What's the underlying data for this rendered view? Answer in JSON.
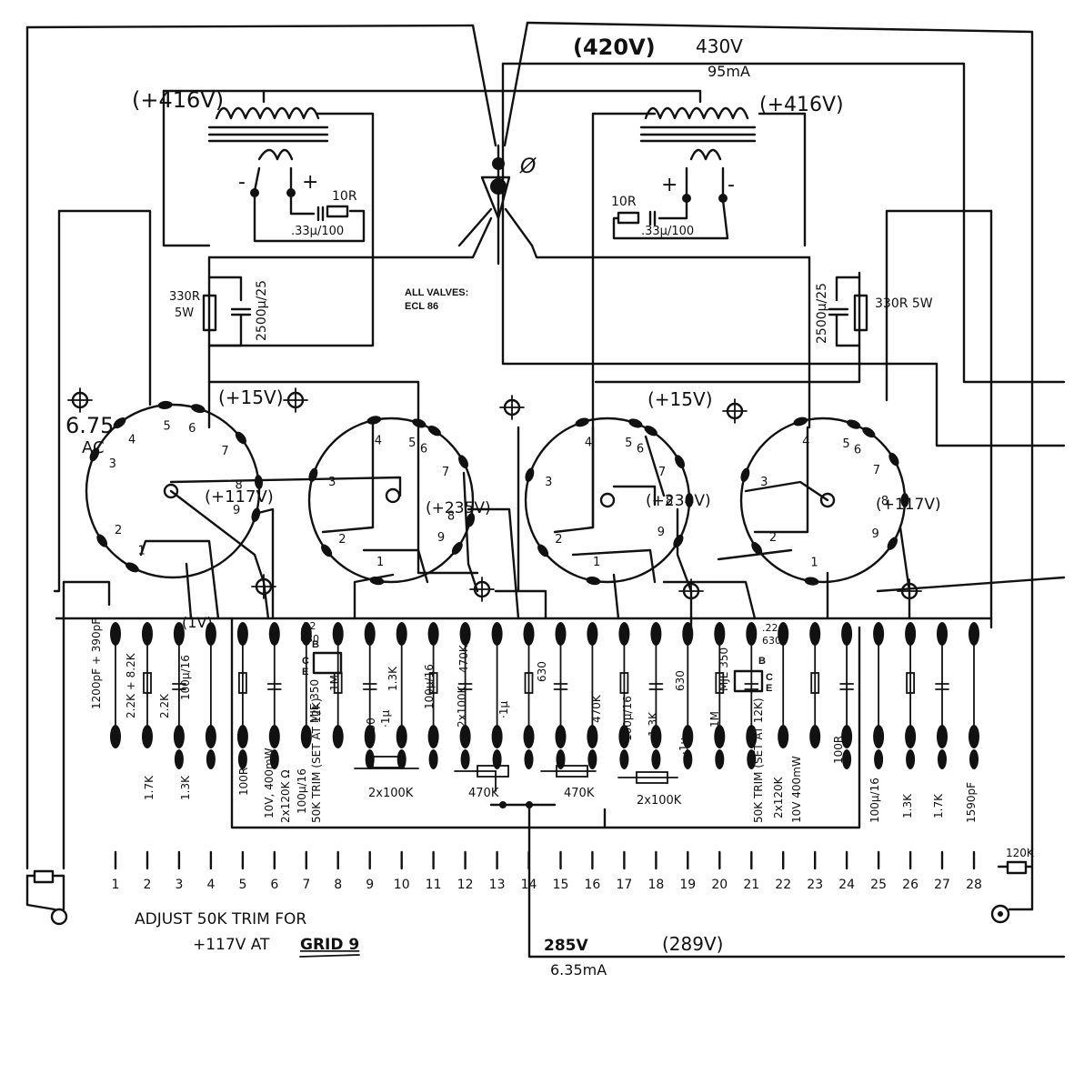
{
  "voltages": {
    "b_plus_measured": "(420V)",
    "b_plus_nominal": "430V",
    "b_plus_current": "95mA",
    "left_ot_voltage": "(+416V)",
    "right_ot_voltage": "(+416V)",
    "ground_symbol": "Ø",
    "left_cathode": "(+15V)",
    "right_cathode": "(+15V)",
    "v1_grid": "(+117V)",
    "v2_grid": "(+235V)",
    "v3_grid": "(+234V)",
    "v4_grid": "(+117V)",
    "heater_v": "6.75",
    "heater_ac": "AC",
    "one_volt": "(1V)",
    "psu_nominal": "285V",
    "psu_measured": "(289V)",
    "psu_current": "6.35mA"
  },
  "transformer_labels": {
    "minus": "-",
    "plus": "+",
    "r_10": "10R",
    "cap_33": ".33µ/100"
  },
  "cathode_bypass": {
    "left_res": "330R",
    "left_watt": "5W",
    "left_cap": "2500µ/25",
    "right_res": "330R  5W",
    "right_cap": "2500µ/25"
  },
  "note_valves": [
    "ALL VALVES:",
    "ECL 86"
  ],
  "pin_numbers": [
    "1",
    "2",
    "3",
    "4",
    "5",
    "6",
    "7",
    "8",
    "9"
  ],
  "board": {
    "columns": [
      "1",
      "2",
      "3",
      "4",
      "5",
      "6",
      "7",
      "8",
      "9",
      "10",
      "11",
      "12",
      "13",
      "14",
      "15",
      "16",
      "17",
      "18",
      "19",
      "20",
      "21",
      "22",
      "23",
      "24",
      "25",
      "26",
      "27",
      "28"
    ],
    "top_caps": [
      ".22",
      "630",
      ".22",
      "630"
    ],
    "vertical_labels": [
      "1200pF + 390pF",
      "2.2K + 8.2K",
      "2.2K",
      "100µ/16",
      "1M",
      "1.3K",
      "100µ/16",
      "470K",
      "630",
      "630",
      "2x100K",
      "·1µ",
      "·1µ",
      "MJE 350",
      "470K",
      "100µ/16",
      "1.3K",
      "630",
      "1M",
      "·1µ",
      "MJE 350",
      "1.7K",
      "1.3K",
      "100R",
      "10V, 400mW",
      "2x120K Ω",
      "100µ/16",
      "50K TRIM (SET AT 12K)",
      "50K TRIM (SET AT 12K)",
      "2x120K",
      "10V 400mW",
      "100R",
      "100µ/16",
      "1.3K",
      "1.7K",
      "1590pF"
    ],
    "horizontal_labels": [
      "2x100K",
      "470K",
      "470K",
      "2x100K"
    ],
    "transistor_pins": [
      "B",
      "C",
      "E"
    ],
    "right_res": "120K"
  },
  "adjust_note": [
    "ADJUST 50K TRIM FOR",
    "+117V AT",
    "GRID 9"
  ]
}
